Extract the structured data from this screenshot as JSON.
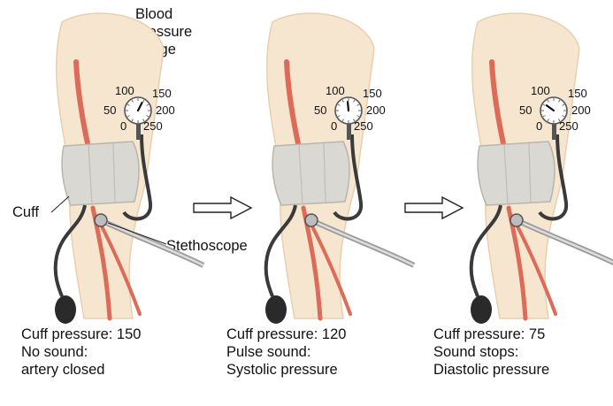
{
  "labels": {
    "gauge": [
      "Blood",
      "pressure",
      "gauge"
    ],
    "cuff": "Cuff",
    "stethoscope": "Stethoscope"
  },
  "gauge_scale": [
    "100",
    "150",
    "50",
    "200",
    "0",
    "250"
  ],
  "panels": [
    {
      "pressure": "Cuff pressure: 150",
      "sound": "No sound:",
      "state": "artery closed",
      "needle_value": 150
    },
    {
      "pressure": "Cuff pressure: 120",
      "sound": "Pulse sound:",
      "state": "Systolic pressure",
      "needle_value": 120
    },
    {
      "pressure": "Cuff pressure: 75",
      "sound": "Sound stops:",
      "state": "Diastolic pressure",
      "needle_value": 75
    }
  ],
  "colors": {
    "skin": "#f6e6cf",
    "skin_edge": "#e9cfae",
    "artery": "#dd6b59",
    "cuff": "#d9d8d2",
    "tube": "#3a3a3a",
    "bulb": "#2a2a2a"
  }
}
